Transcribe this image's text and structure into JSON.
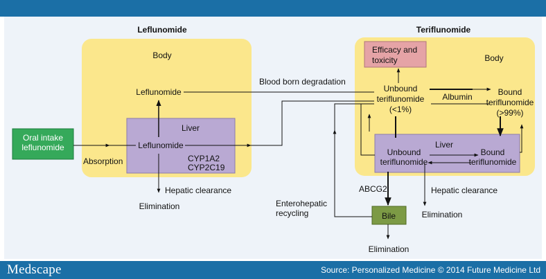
{
  "left": {
    "title": "Leflunomide",
    "body": "Body",
    "drug_body": "Leflunomide",
    "liver": "Liver",
    "drug_liver": "Leflunomide",
    "cyp1": "CYP1A2",
    "cyp2": "CYP2C19",
    "oral1": "Oral intake",
    "oral2": "leflunomide",
    "absorption": "Absorption",
    "hepatic": "Hepatic clearance",
    "elimination": "Elimination"
  },
  "middle": {
    "degradation": "Blood born degradation",
    "entero1": "Enterohepatic",
    "entero2": "recycling",
    "abcg2": "ABCG2",
    "bile": "Bile",
    "elimination": "Elimination"
  },
  "right": {
    "title": "Teriflunomide",
    "body": "Body",
    "efficacy1": "Efficacy and",
    "efficacy2": "toxicity",
    "unbound1": "Unbound",
    "unbound2": "teriflunomide",
    "unbound3": "(<1%)",
    "albumin": "Albumin",
    "bound1": "Bound",
    "bound2": "teriflunomide",
    "bound3": "(>99%)",
    "liver": "Liver",
    "liver_unbound1": "Unbound",
    "liver_unbound2": "teriflunomide",
    "liver_bound1": "Bound",
    "liver_bound2": "teriflunomide",
    "hepatic": "Hepatic clearance",
    "elimination": "Elimination"
  },
  "footer": {
    "brand": "Medscape",
    "source": "Source: Personalized Medicine © 2014 Future Medicine Ltd"
  },
  "colors": {
    "header_bar": "#1b6fa6",
    "panel": "#eef3f9",
    "body_box": "#fbe78c",
    "liver_box": "#b9a9d3",
    "oral_box": "#35a95a",
    "efficacy_box": "#e5a3a6",
    "bile_box": "#7c9a45"
  }
}
